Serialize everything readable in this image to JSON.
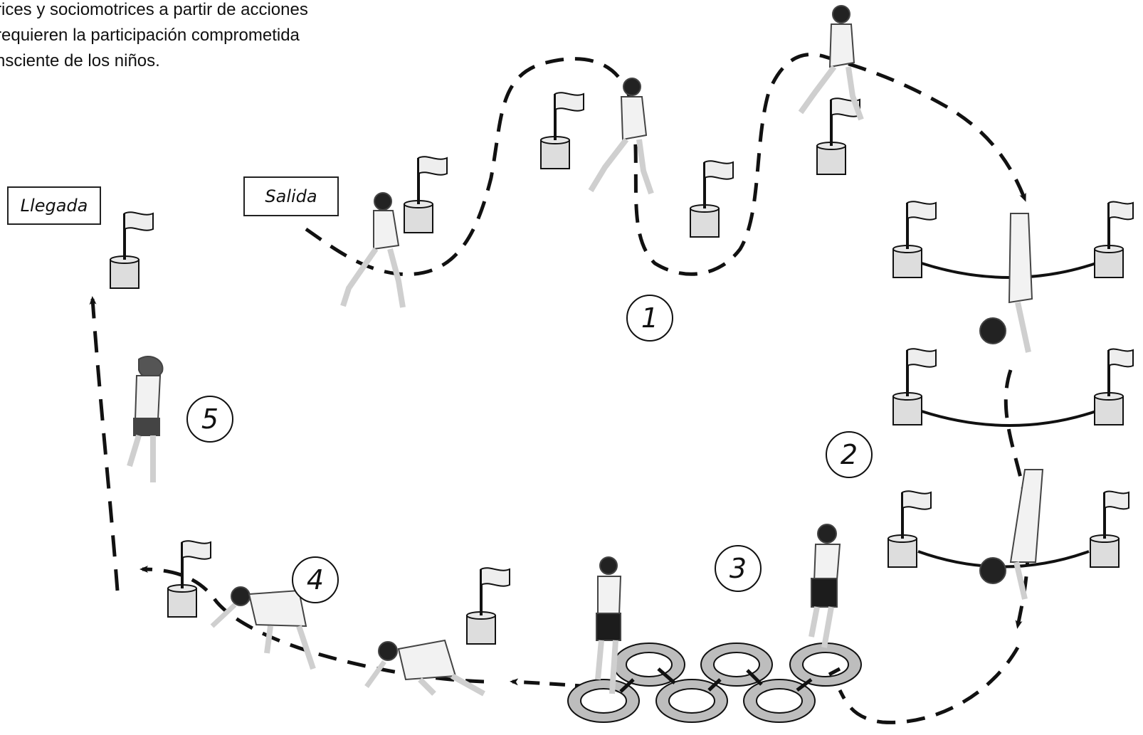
{
  "intro": {
    "lines": [
      "rices y sociomotrices a partir de acciones",
      "requieren la participación comprometida",
      "nsciente de los niños."
    ]
  },
  "labels": {
    "start": "Salida",
    "finish": "Llegada"
  },
  "stations": [
    "1",
    "2",
    "3",
    "4",
    "5"
  ],
  "icons": [
    "flag-icon",
    "hoop-icon",
    "arrow-icon",
    "child-figure-icon"
  ]
}
